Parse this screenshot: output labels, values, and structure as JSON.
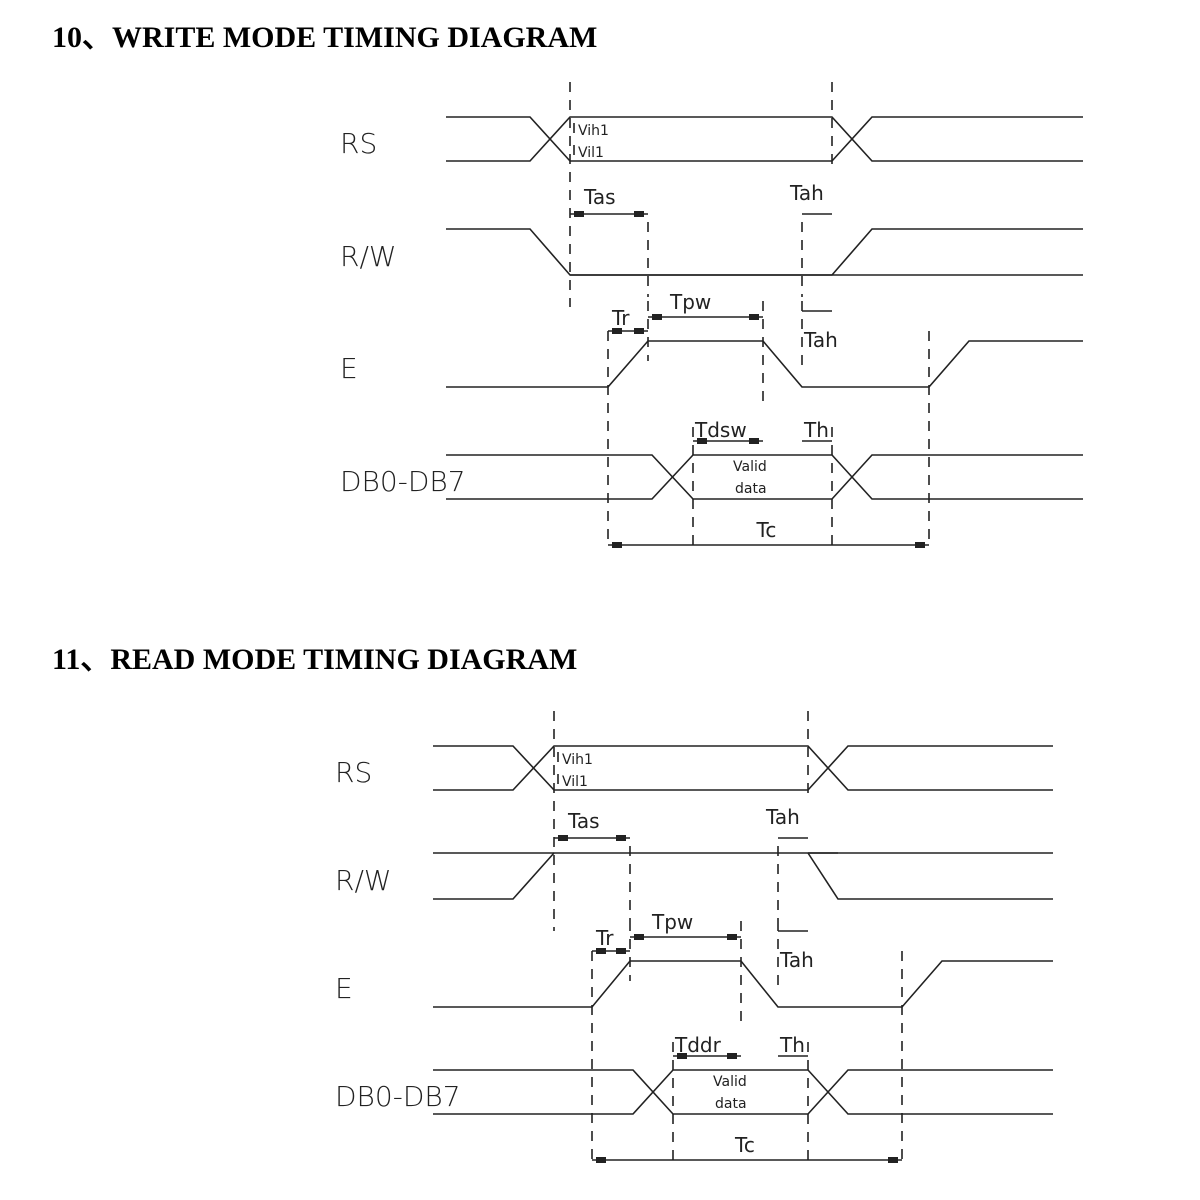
{
  "sections": [
    {
      "title": "10、WRITE MODE TIMING DIAGRAM",
      "signals": [
        "RS",
        "R/W",
        "E",
        "DB0-DB7"
      ],
      "level_labels": [
        "Vih1",
        "Vil1"
      ],
      "labels": {
        "tas": "Tas",
        "tah1": "Tah",
        "tr": "Tr",
        "tpw": "Tpw",
        "tah2": "Tah",
        "tdata": "Tdsw",
        "th": "Th",
        "valid1": "Valid",
        "valid2": "data",
        "tc": "Tc"
      }
    },
    {
      "title": "11、READ MODE TIMING DIAGRAM",
      "signals": [
        "RS",
        "R/W",
        "E",
        "DB0-DB7"
      ],
      "level_labels": [
        "Vih1",
        "Vil1"
      ],
      "labels": {
        "tas": "Tas",
        "tah1": "Tah",
        "tr": "Tr",
        "tpw": "Tpw",
        "tah2": "Tah",
        "tdata": "Tddr",
        "th": "Th",
        "valid1": "Valid",
        "valid2": "data",
        "tc": "Tc"
      }
    }
  ]
}
